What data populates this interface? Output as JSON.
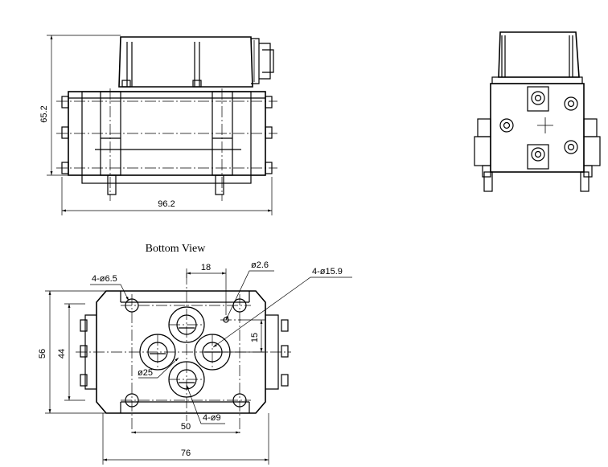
{
  "front_view": {
    "height_dim": "65.2",
    "width_dim": "96.2"
  },
  "bottom_view": {
    "title": "Bottom View",
    "dims": {
      "d18": "18",
      "phi26": "ø2.6",
      "holes_159": "4-ø15.9",
      "holes_65": "4-ø6.5",
      "d15": "15",
      "phi25": "ø25",
      "holes_9": "4-ø9",
      "d50": "50",
      "d76": "76",
      "d56": "56",
      "d44": "44"
    }
  }
}
